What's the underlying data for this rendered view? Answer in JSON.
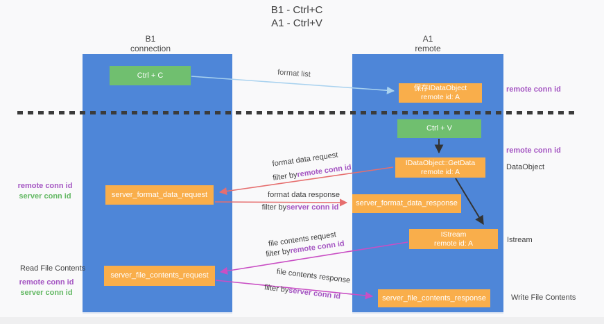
{
  "title": {
    "line1": "B1 - Ctrl+C",
    "line2": "A1 - Ctrl+V"
  },
  "lanes": {
    "left": {
      "name": "B1",
      "role": "connection"
    },
    "right": {
      "name": "A1",
      "role": "remote"
    }
  },
  "nodes": {
    "ctrl_c": {
      "label": "Ctrl + C"
    },
    "ctrl_v": {
      "label": "Ctrl + V"
    },
    "save_idataobject": {
      "line1": "保存IDataObject",
      "line2": "remote id: A"
    },
    "getdata": {
      "line1": "IDataObject::GetData",
      "line2": "remote id: A"
    },
    "istream": {
      "line1": "IStream",
      "line2": "remote id: A"
    },
    "server_format_data_request": {
      "label": "server_format_data_request"
    },
    "server_format_data_response": {
      "label": "server_format_data_response"
    },
    "server_file_contents_request": {
      "label": "server_file_contents_request"
    },
    "server_file_contents_response": {
      "label": "server_file_contents_response"
    }
  },
  "edges": {
    "format_list": {
      "label": "format list"
    },
    "format_data_request": {
      "label": "format data request",
      "filter_prefix": "filter by ",
      "filter_key": "remote conn id"
    },
    "format_data_response": {
      "label": "format data response",
      "filter_prefix": "filter by ",
      "filter_key": "server conn id"
    },
    "file_contents_request": {
      "label": "file contents request",
      "filter_prefix": "filter by ",
      "filter_key": "remote conn id"
    },
    "file_contents_response": {
      "label": "file contents response",
      "filter_prefix": "filter by ",
      "filter_key": "server conn id"
    }
  },
  "side_labels": {
    "right_top_remote_conn_id": "remote conn id",
    "right_mid_remote_conn_id": "remote conn id",
    "right_dataobject": "DataObject",
    "right_istream": "Istream",
    "right_write_file_contents": "Write File Contents",
    "left_mid_remote_conn_id": "remote conn id",
    "left_mid_server_conn_id": "server conn id",
    "left_read_file_contents": "Read File Contents",
    "left_bottom_remote_conn_id": "remote conn id",
    "left_bottom_server_conn_id": "server conn id"
  },
  "colors": {
    "lane_blue": "#4e86d8",
    "node_green": "#70bf6f",
    "node_orange": "#f9ae4b",
    "arrow_light_blue": "#a9d2ef",
    "arrow_red": "#e66e6e",
    "arrow_magenta": "#c94fc4",
    "arrow_black": "#333333",
    "label_purple": "#a455c2",
    "label_green": "#63b863",
    "label_dark": "#3f3f3f"
  }
}
